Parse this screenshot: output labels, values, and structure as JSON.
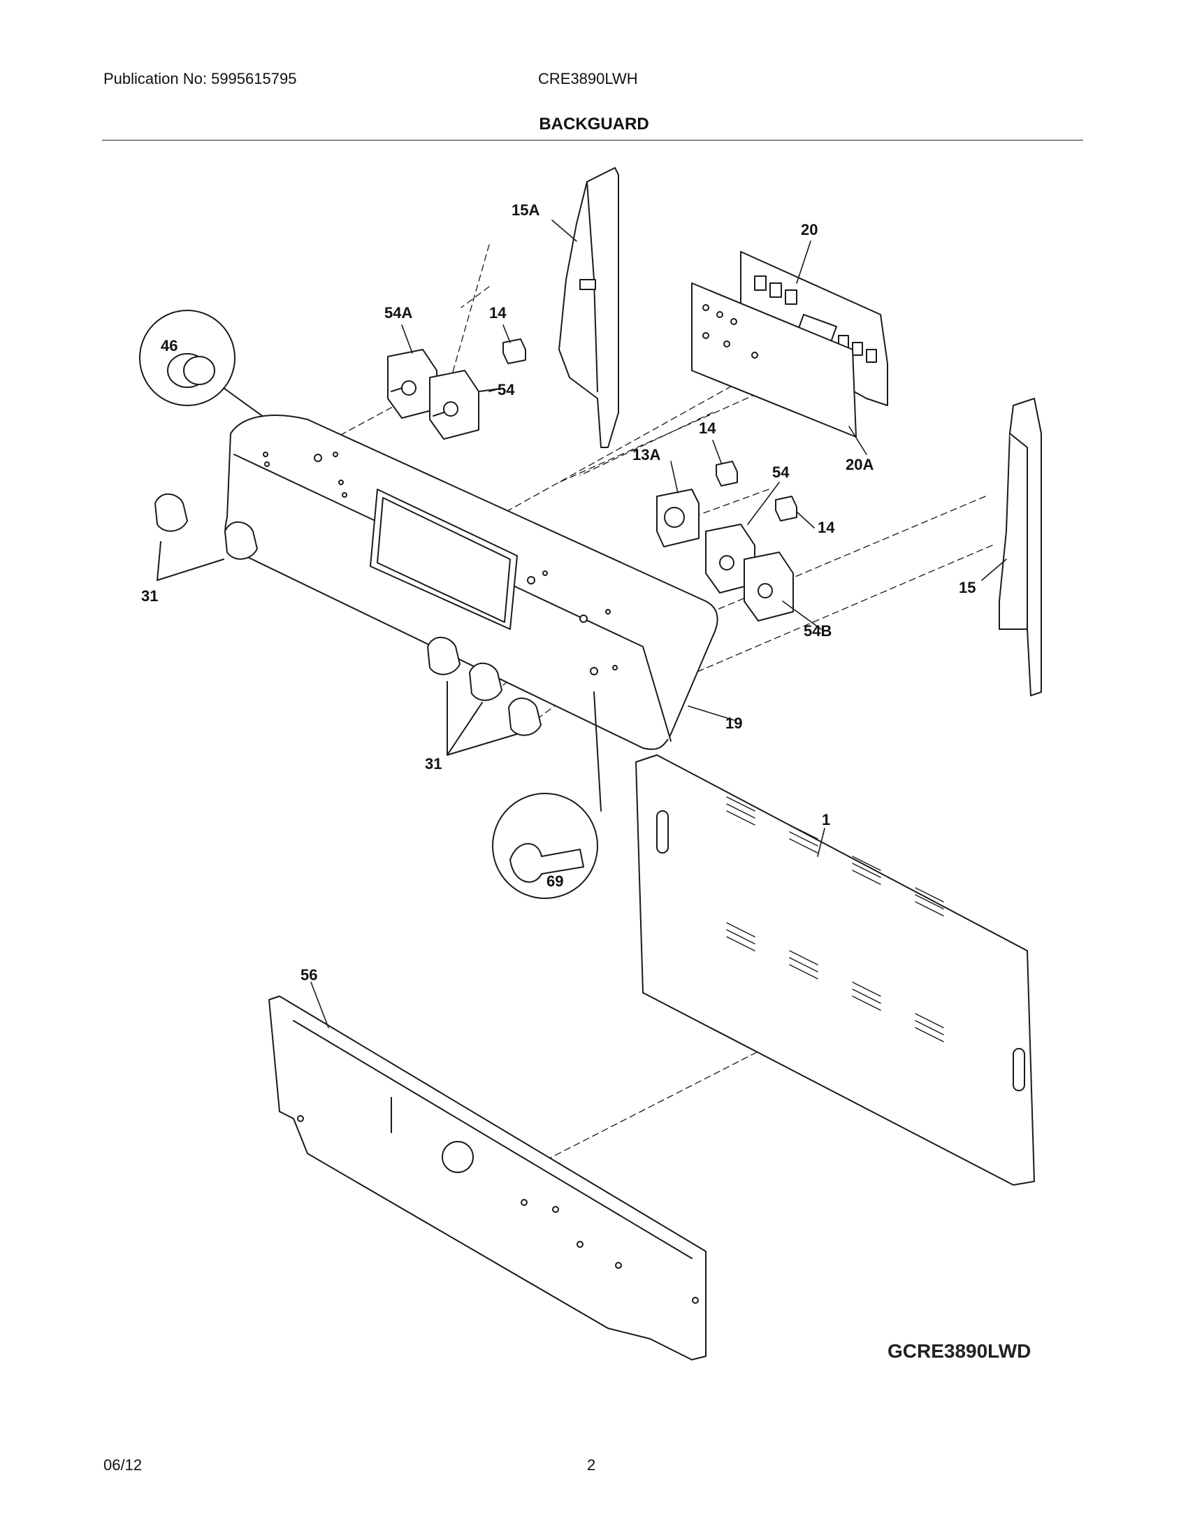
{
  "header": {
    "publication": "Publication No: 5995615795",
    "model": "CRE3890LWH",
    "section_title": "BACKGUARD"
  },
  "diagram": {
    "callouts": {
      "c15a": "15A",
      "c20": "20",
      "c54a": "54A",
      "c14a": "14",
      "c46": "46",
      "c54a_2": "54",
      "c14b": "14",
      "c13a": "13A",
      "c54b": "54",
      "c14c": "14",
      "c20a": "20A",
      "c15": "15",
      "c54b_2": "54B",
      "c31a": "31",
      "c19": "19",
      "c31b": "31",
      "c1": "1",
      "c69": "69",
      "c56": "56"
    },
    "drawing_id": "GCRE3890LWD"
  },
  "footer": {
    "date": "06/12",
    "page": "2"
  }
}
